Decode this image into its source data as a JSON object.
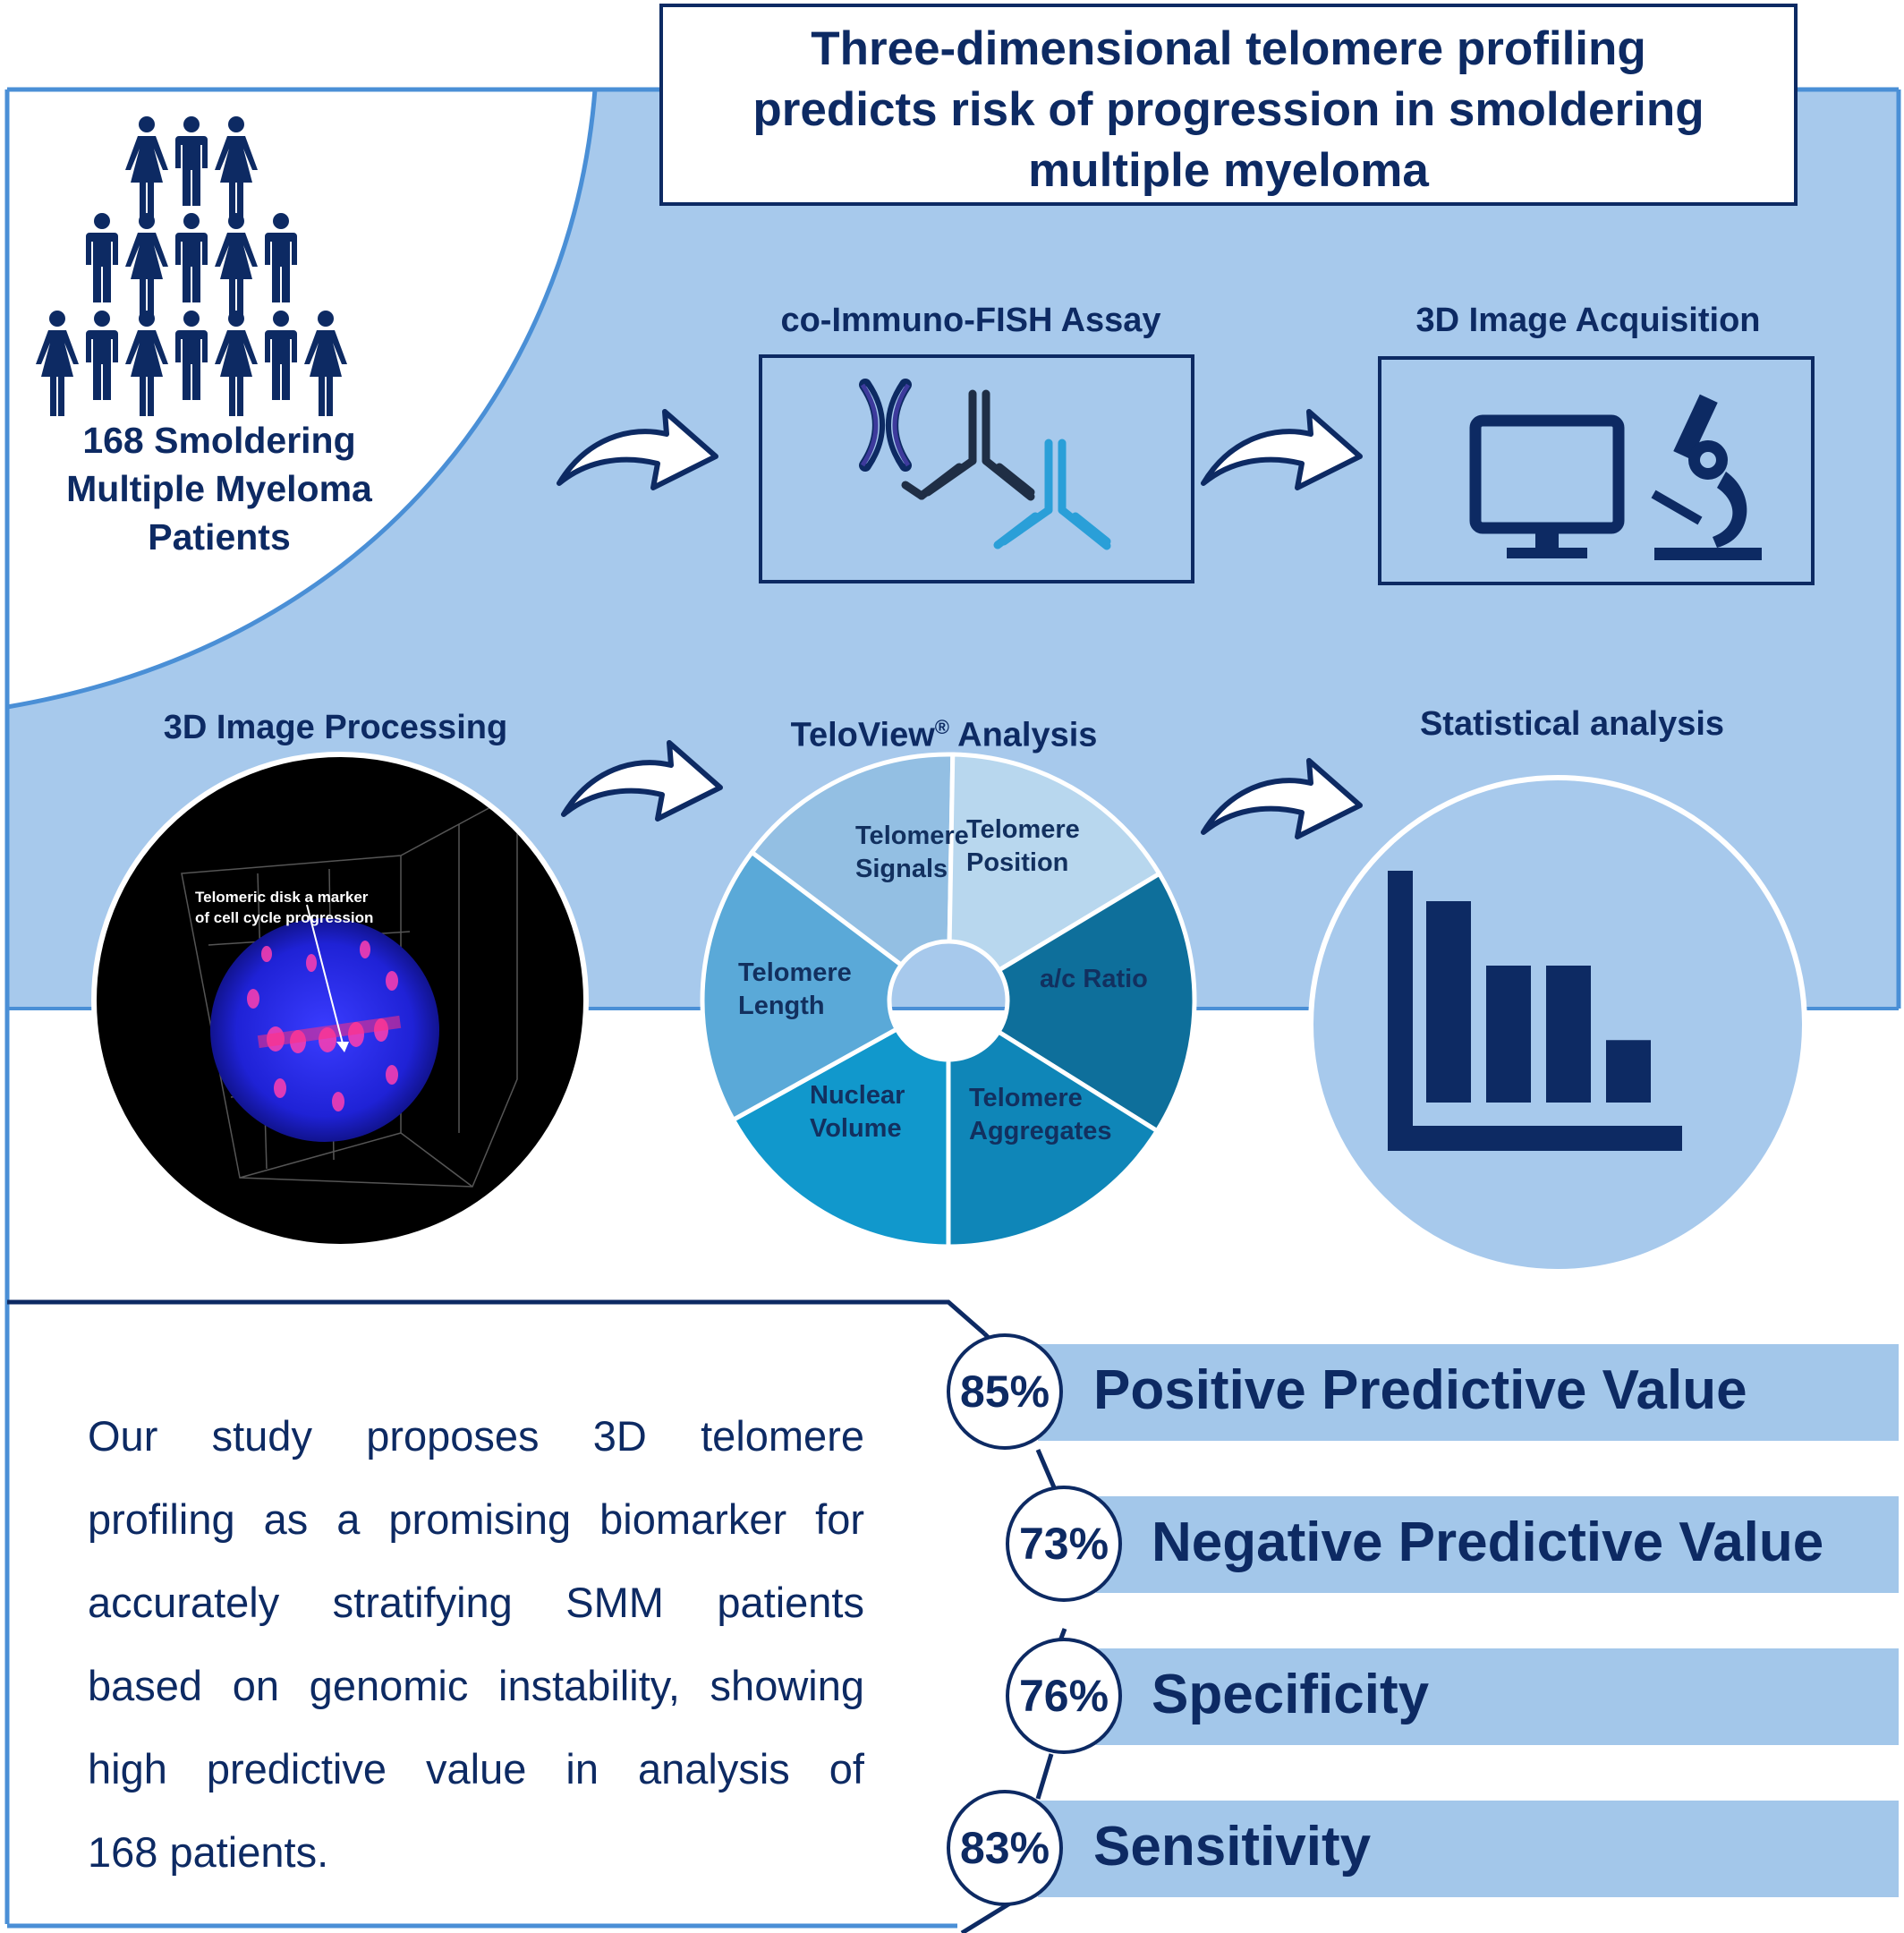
{
  "title": "Three-dimensional telomere profiling predicts risk of progression in smoldering multiple myeloma",
  "title_lines": [
    "Three-dimensional telomere profiling",
    "predicts risk of progression in smoldering",
    "multiple myeloma"
  ],
  "cohort": {
    "lines": [
      "168 Smoldering",
      "Multiple Myeloma",
      "Patients"
    ],
    "people_rows": [
      3,
      5,
      7
    ]
  },
  "steps": {
    "assay": "co-Immuno-FISH Assay",
    "acquisition": "3D Image Acquisition",
    "processing": "3D Image Processing",
    "teloview_name": "TeloView",
    "teloview_mark": "®",
    "teloview_suffix": " Analysis",
    "statistics": "Statistical analysis"
  },
  "processing_image": {
    "annotation_lines": [
      "Telomeric disk a marker",
      "of cell cycle progression"
    ]
  },
  "teloview_segments": [
    {
      "lines": [
        "Telomere",
        "Signals"
      ],
      "color": "#93bfe3"
    },
    {
      "lines": [
        "Telomere",
        "Position"
      ],
      "color": "#b8d7ee"
    },
    {
      "lines": [
        "a/c Ratio"
      ],
      "color": "#0e6f9b"
    },
    {
      "lines": [
        "Telomere",
        "Aggregates"
      ],
      "color": "#0f86b8"
    },
    {
      "lines": [
        "Nuclear",
        "Volume"
      ],
      "color": "#1198cc"
    },
    {
      "lines": [
        "Telomere",
        "Length"
      ],
      "color": "#5aa9d8"
    }
  ],
  "statistics_bars": [
    1.0,
    0.68,
    0.68,
    0.31
  ],
  "conclusion_lines": [
    "Our study proposes 3D telomere",
    "profiling as a promising biomarker for",
    "accurately stratifying SMM patients",
    "based on genomic instability, showing",
    "high predictive value in analysis of",
    "168 patients."
  ],
  "stats": [
    {
      "value": "85%",
      "label": "Positive Predictive Value"
    },
    {
      "value": "73%",
      "label": "Negative Predictive Value"
    },
    {
      "value": "76%",
      "label": "Specificity"
    },
    {
      "value": "83%",
      "label": "Sensitivity"
    }
  ],
  "colors": {
    "navy": "#0d2a63",
    "panel_blue": "#a7c9ec",
    "stat_bar_blue": "#a3c7ea",
    "cyan_antibody": "#2a9fd8",
    "border_blue": "#4a8fd6"
  }
}
